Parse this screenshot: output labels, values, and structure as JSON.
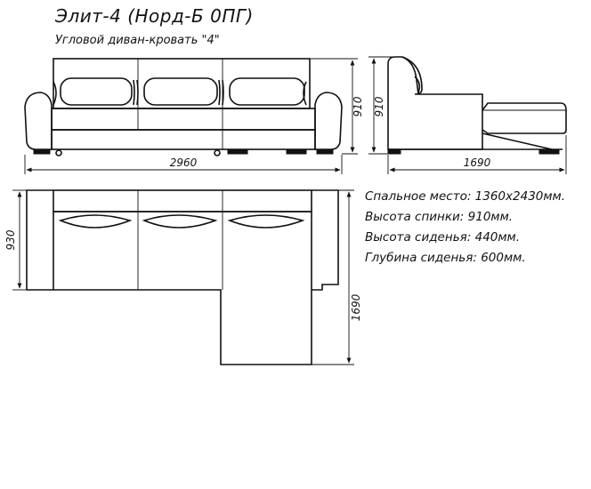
{
  "title": "Элит-4 (Норд-Б 0ПГ)",
  "subtitle": "Угловой диван-кровать \"4\"",
  "dimensions": {
    "front_width": "2960",
    "front_height": "910",
    "side_depth": "1690",
    "side_height": "910",
    "top_depth": "930",
    "top_chaise": "1690"
  },
  "specs": [
    "Спальное место: 1360х2430мм.",
    "Высота спинки: 910мм.",
    "Высота сиденья: 440мм.",
    "Глубина сиденья: 600мм."
  ]
}
